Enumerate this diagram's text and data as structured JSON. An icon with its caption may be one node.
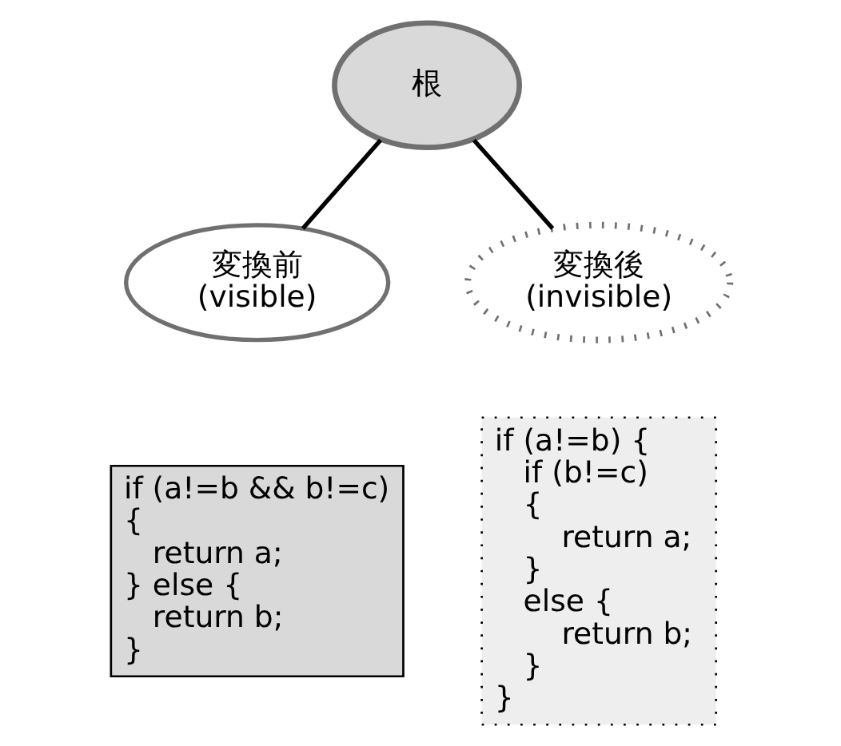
{
  "diagram": {
    "nodes": [
      {
        "text": [
          "根"
        ]
      },
      {
        "text": [
          "変換前",
          "(visible)"
        ]
      },
      {
        "text": [
          "変換後",
          "(invisible)"
        ]
      },
      {
        "text": [
          "if (a!=b && b!=c)",
          "{",
          "    return a;",
          "} else {",
          "    return b;",
          "}"
        ]
      },
      {
        "text": [
          "if (a!=b) {",
          "    if (b!=c)",
          "    {",
          "        return a;",
          "    }",
          "    else {",
          "        return b;",
          "    }",
          "}"
        ]
      }
    ],
    "edges": [
      {
        "from": 0,
        "to": 1,
        "arrow": "none"
      },
      {
        "from": 0,
        "to": 2,
        "arrow": "none"
      }
    ]
  }
}
